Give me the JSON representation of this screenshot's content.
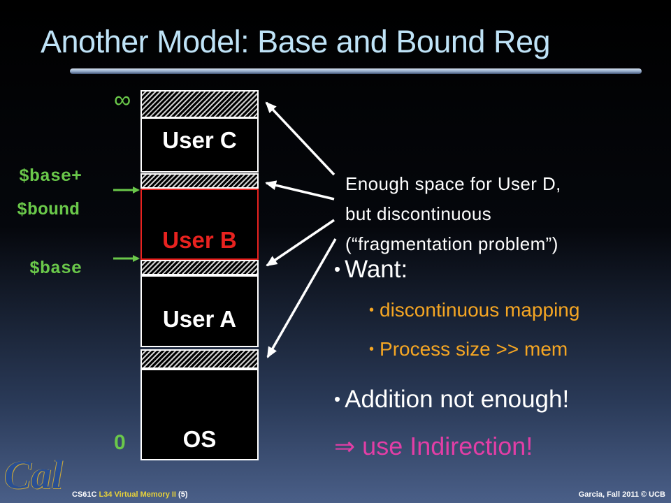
{
  "title": "Another Model: Base and Bound Reg",
  "memory": {
    "top_symbol": "∞",
    "bottom_label": "0",
    "user_c": "User C",
    "user_b": "User B",
    "user_a": "User A",
    "os": "OS"
  },
  "registers": {
    "base_plus": "$base+",
    "bound": "$bound",
    "base": "$base"
  },
  "note": {
    "line1": "Enough space for User D,",
    "line2": "but discontinuous",
    "line3": "(“fragmentation  problem”)"
  },
  "bullets": {
    "want": "Want:",
    "want_items": [
      "discontinuous mapping",
      "Process size >> mem"
    ],
    "addition": "Addition not enough!",
    "indirection_arrow": "⇒",
    "indirection": "use Indirection!"
  },
  "footer": {
    "course": "CS61C",
    "lecture": "L34 Virtual Memory II",
    "slide_no": "(5)",
    "credit": "Garcia, Fall 2011 © UCB",
    "logo": "Cal"
  },
  "colors": {
    "title": "#bfe3f7",
    "register_green": "#6ac84a",
    "user_b_red": "#e8221f",
    "sub_bullet_orange": "#f5a623",
    "indirection_pink": "#e23ea6",
    "footer_yellow": "#e8d23a"
  }
}
